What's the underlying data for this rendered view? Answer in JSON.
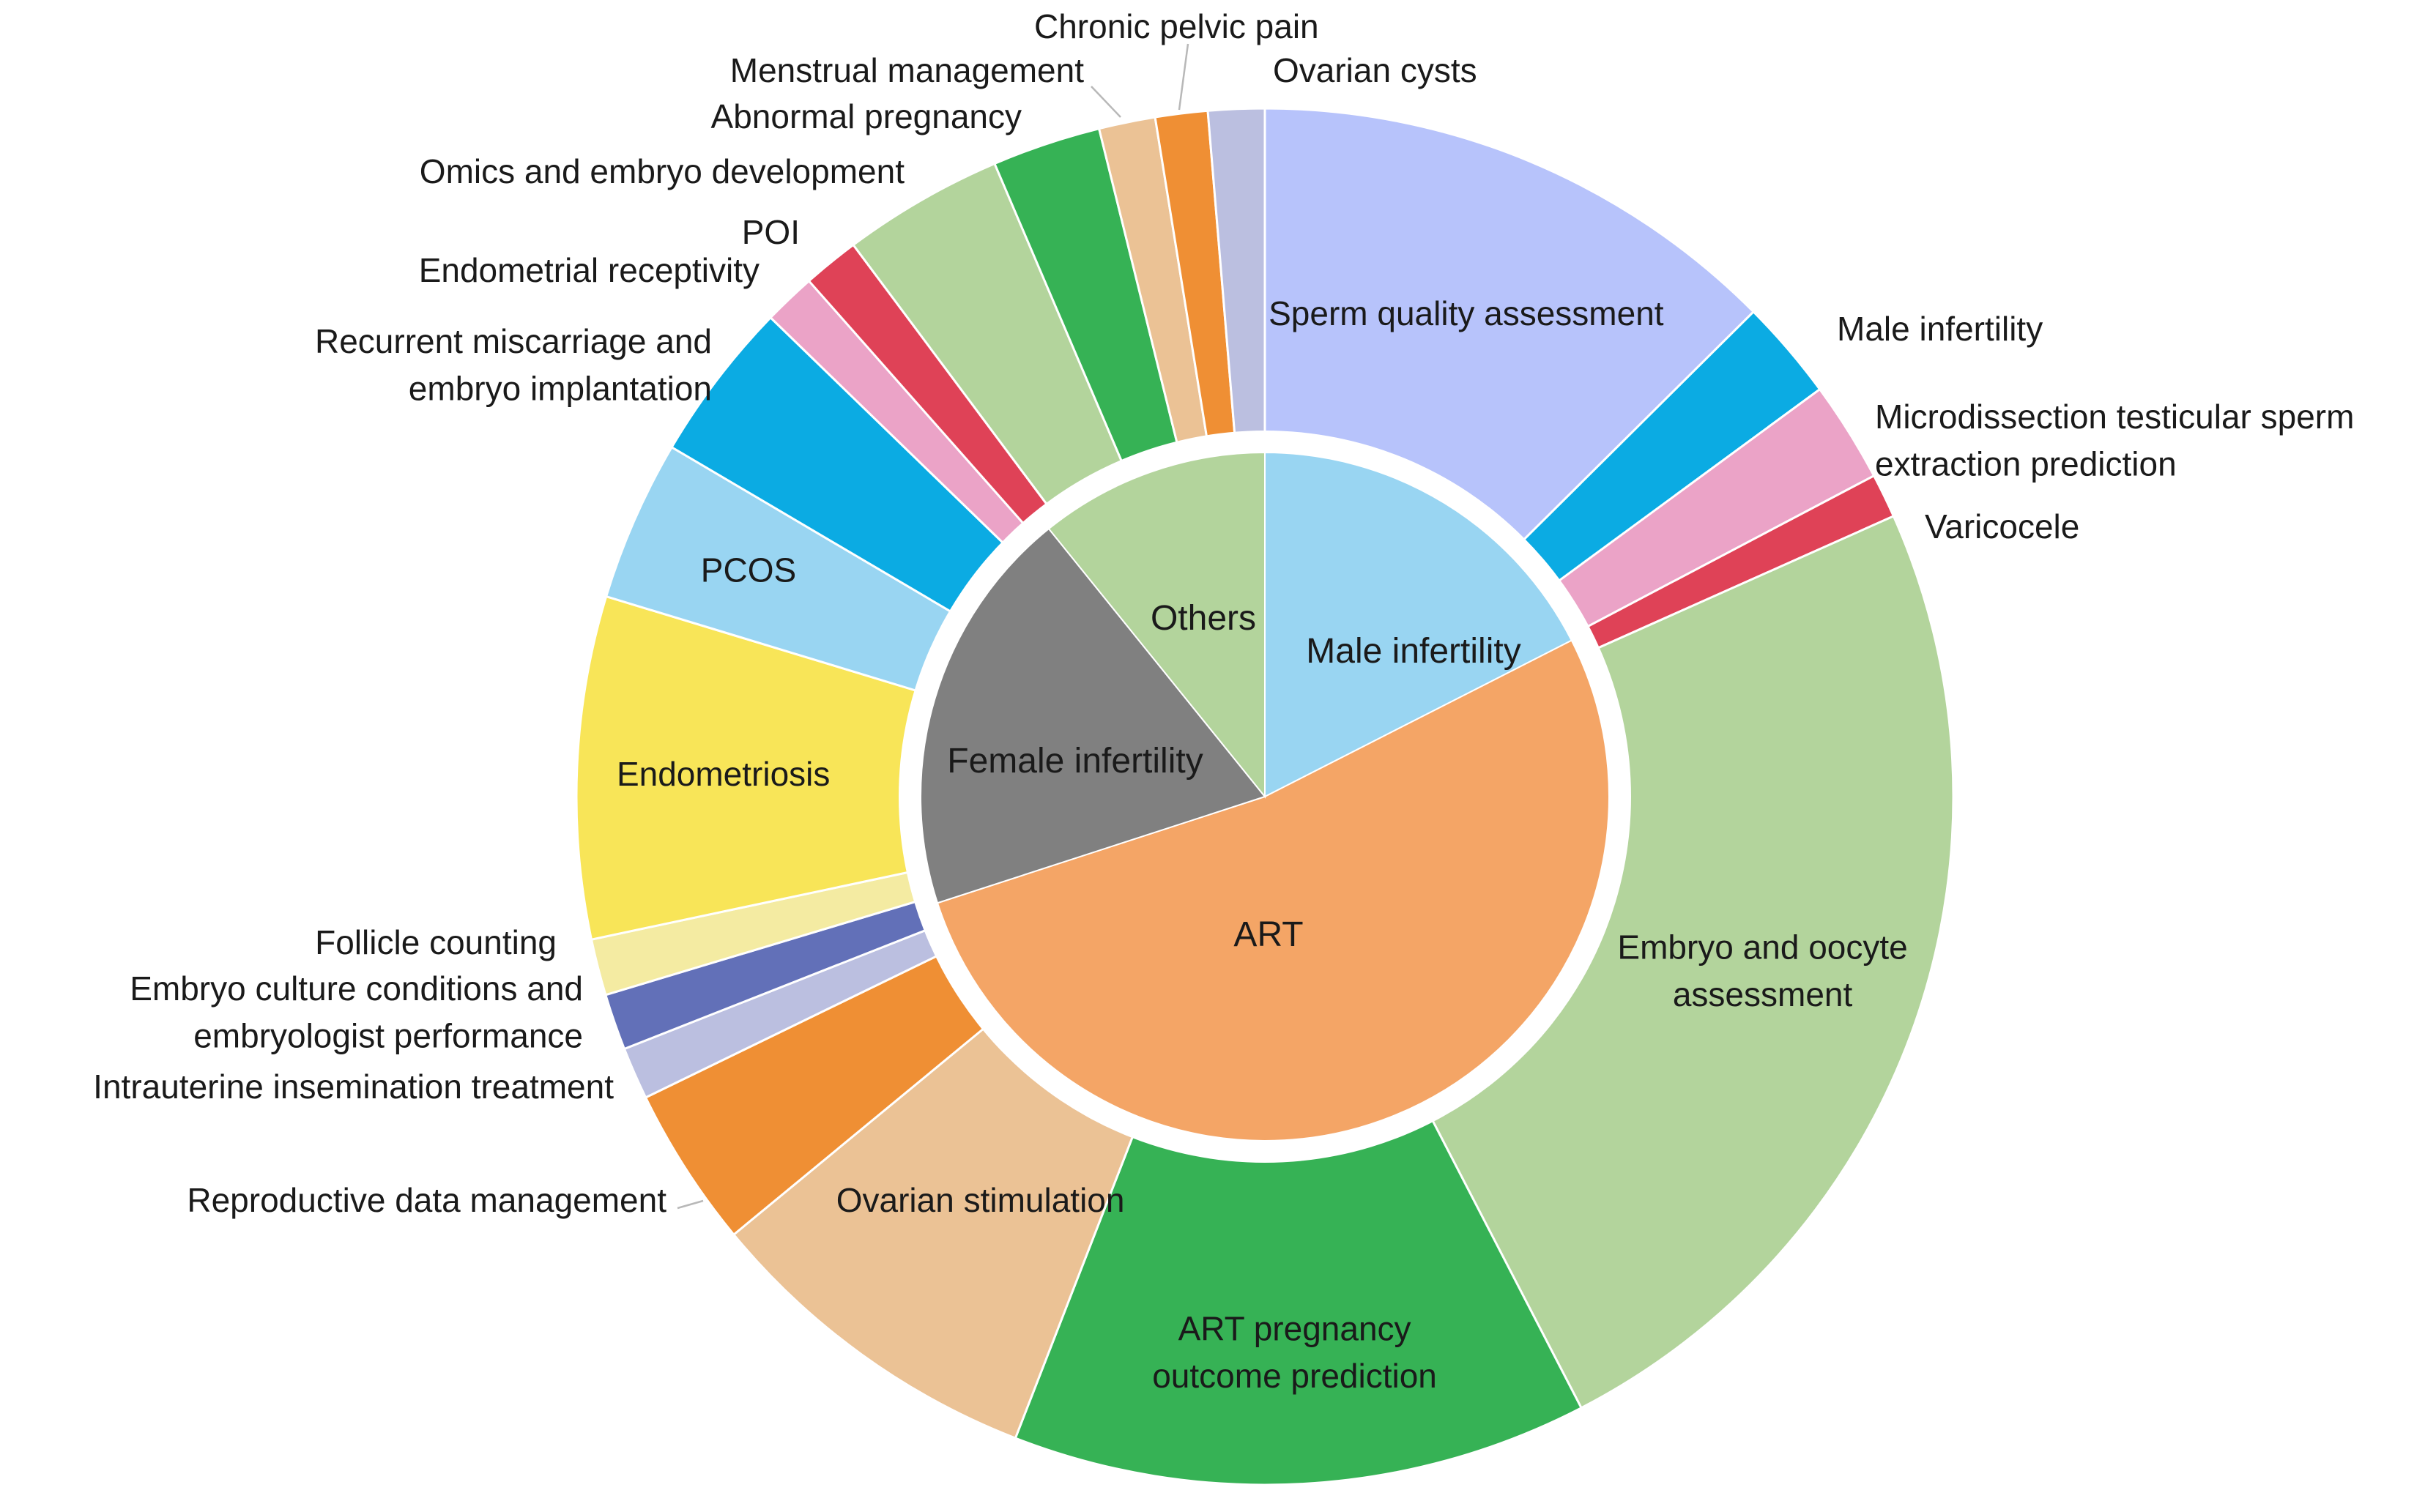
{
  "chart_data": {
    "type": "pie",
    "subtype": "nested-donut",
    "title": "",
    "inner_ring": [
      {
        "label": "Male infertility",
        "value": 17.5,
        "color": "#99d5f2"
      },
      {
        "label": "ART",
        "value": 52.5,
        "color": "#f4a566"
      },
      {
        "label": "Female infertility",
        "value": 19.2,
        "color": "#808080"
      },
      {
        "label": "Others",
        "value": 10.8,
        "color": "#b3d49c"
      }
    ],
    "outer_ring": [
      {
        "label": "Sperm quality assessment",
        "value": 13.3,
        "color": "#b7c3fb",
        "group": "Male infertility"
      },
      {
        "label": "Male infertility",
        "value": 2.5,
        "color": "#0babe3",
        "group": "Male infertility"
      },
      {
        "label": "Microdissection testicular sperm extraction prediction",
        "value": 2.5,
        "color": "#eba3c7",
        "group": "Male infertility"
      },
      {
        "label": "Varicocele",
        "value": 1.1,
        "color": "#df4257",
        "group": "Male infertility"
      },
      {
        "label": "Embryo and oocyte assessment",
        "value": 25.5,
        "color": "#b3d49c",
        "group": "ART"
      },
      {
        "label": "ART pregnancy outcome prediction",
        "value": 14.3,
        "color": "#36b255",
        "group": "ART"
      },
      {
        "label": "Ovarian stimulation",
        "value": 8.6,
        "color": "#ebc295",
        "group": "ART"
      },
      {
        "label": "Reproductive data management",
        "value": 4.0,
        "color": "#ef8f34",
        "group": "ART"
      },
      {
        "label": "Intrauterine insemination treatment",
        "value": 1.3,
        "color": "#bbbfe0",
        "group": "ART"
      },
      {
        "label": "Embryo culture conditions and embryologist performance",
        "value": 1.4,
        "color": "#6270b8",
        "group": "ART"
      },
      {
        "label": "Follicle counting",
        "value": 1.4,
        "color": "#f4eba2",
        "group": "ART"
      },
      {
        "label": "Endometriosis",
        "value": 8.5,
        "color": "#f8e558",
        "group": "Female infertility"
      },
      {
        "label": "PCOS",
        "value": 4.0,
        "color": "#99d5f2",
        "group": "Female infertility"
      },
      {
        "label": "Recurrent miscarriage and embryo implantation",
        "value": 4.0,
        "color": "#0babe3",
        "group": "Female infertility"
      },
      {
        "label": "Endometrial receptivity",
        "value": 1.3,
        "color": "#eba3c7",
        "group": "Female infertility"
      },
      {
        "label": "POI",
        "value": 1.4,
        "color": "#df4257",
        "group": "Female infertility"
      },
      {
        "label": "Omics and embryo development",
        "value": 4.0,
        "color": "#b3d49c",
        "group": "Others"
      },
      {
        "label": "Abnormal pregnancy",
        "value": 2.7,
        "color": "#36b255",
        "group": "Others"
      },
      {
        "label": "Menstrual management",
        "value": 1.4,
        "color": "#ebc295",
        "group": "Others"
      },
      {
        "label": "Chronic pelvic pain",
        "value": 1.3,
        "color": "#ef8f34",
        "group": "Others"
      },
      {
        "label": "Ovarian cysts",
        "value": 1.4,
        "color": "#bbbfe0",
        "group": "Others"
      }
    ],
    "legend": "none"
  }
}
